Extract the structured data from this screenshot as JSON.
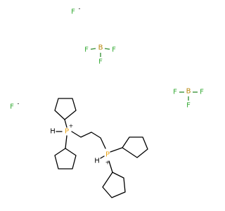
{
  "molecule": {
    "ions": {
      "fluoride_1": {
        "symbol": "F",
        "charge": "-"
      },
      "fluoride_2": {
        "symbol": "F",
        "charge": "-"
      }
    },
    "bf3_1": {
      "boron": "B",
      "fluorines": [
        "F",
        "F",
        "F"
      ]
    },
    "bf3_2": {
      "boron": "B",
      "fluorines": [
        "F",
        "F",
        "F"
      ]
    },
    "phosphonium_1": {
      "hydrogen": "H",
      "phosphorus": "P",
      "charge": "+"
    },
    "phosphonium_2": {
      "hydrogen": "H",
      "phosphorus": "P",
      "charge": "+"
    }
  },
  "colors": {
    "fluorine": "#33aa33",
    "boron": "#b8860b",
    "phosphorus": "#e8a317",
    "carbon_bond": "#000000",
    "text": "#000000"
  }
}
